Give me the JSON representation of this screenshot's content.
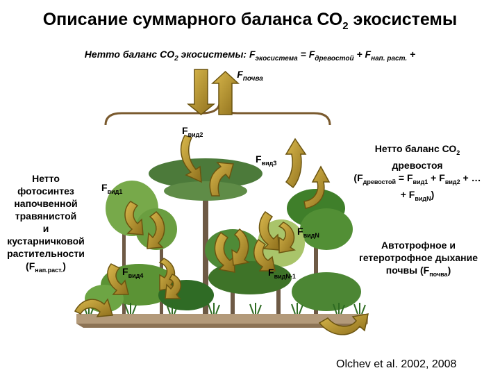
{
  "title": {
    "main": "Описание суммарного баланса СО",
    "sub": "2",
    "end": " экосистемы"
  },
  "formula": {
    "p1": "Нетто баланс СО",
    "s1": "2",
    "p2": " экосистемы: F",
    "s2": "экосистема",
    "p3": " = F",
    "s3": "древостой",
    "p4": " + F",
    "s4": "нап. раст.",
    "p5": " +",
    "p6": "F",
    "s6": "почва"
  },
  "labels": {
    "f_vid2": {
      "base": "F",
      "sub": "вид2"
    },
    "f_vid3": {
      "base": "F",
      "sub": "вид3"
    },
    "f_vid1": {
      "base": "F",
      "sub": "вид1"
    },
    "f_vid4": {
      "base": "F",
      "sub": "вид4"
    },
    "f_vidN": {
      "base": "F",
      "sub": "видN"
    },
    "f_vidN1": {
      "base": "F",
      "sub": "видN-1"
    }
  },
  "left_block": {
    "lines": [
      "Нетто",
      "фотосинтез",
      "напочвенной",
      "травянистой",
      "и",
      "кустарничковой",
      "растительности"
    ],
    "last_open": "(F",
    "last_sub": "нап.раст.",
    "last_close": ")"
  },
  "right_top": {
    "l1": "Нетто баланс СО",
    "l1_sub": "2",
    "l2": "древостоя",
    "l3a": "(F",
    "l3_s1": "древостой",
    "l3b": " = F",
    "l3_s2": "вид1",
    "l3c": " + F",
    "l3_s3": "вид2",
    "l3d": " + …",
    "l4a": "+ F",
    "l4_s": "видN",
    "l4b": ")"
  },
  "right_bottom": {
    "l1": "Автотрофное и",
    "l2": "гетеротрофное дыхание",
    "l3a": "почвы (F",
    "l3_s": "почва",
    "l3b": ")"
  },
  "credit": "Olchev et al. 2002, 2008",
  "colors": {
    "arrow_fill": "#B8952A",
    "arrow_stroke": "#6B5410",
    "brace": "#7A5A2E",
    "foliage": "#3F7F2A",
    "trunk": "#6E5A45",
    "ground": "#9C8364"
  }
}
